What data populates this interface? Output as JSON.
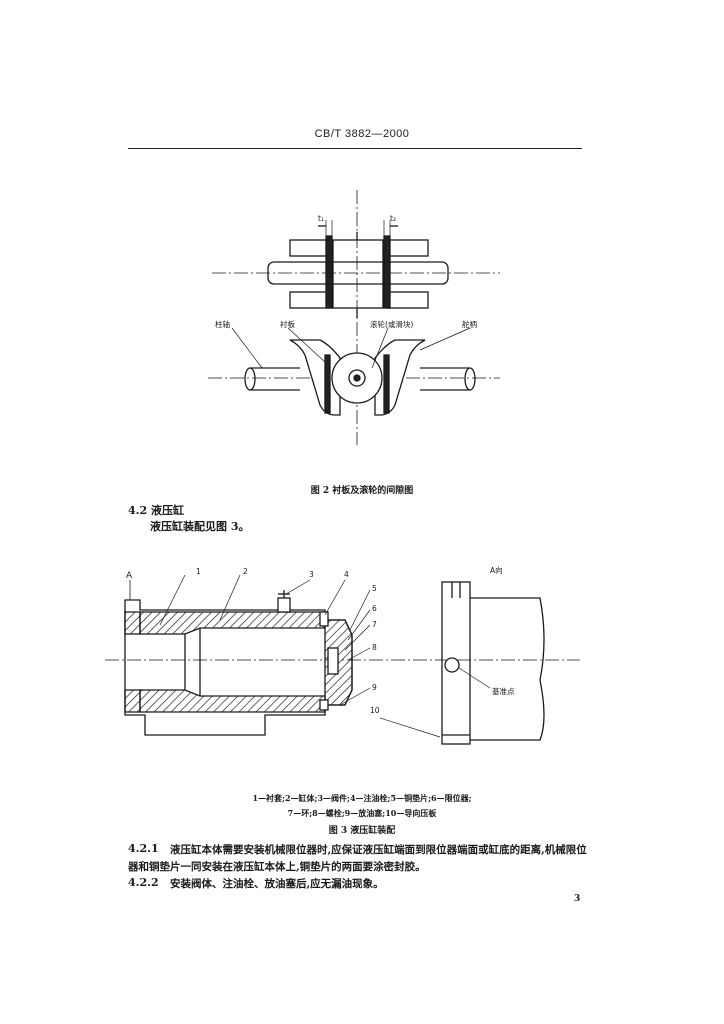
{
  "header": {
    "code": "CB/T 3882—2000"
  },
  "figure2": {
    "label_t1": "t₁",
    "label_t2": "t₂",
    "label_tiller": "柱轴",
    "label_liner": "衬板",
    "label_roller": "滚轮(或滑块)",
    "label_fork": "舵柄",
    "caption": "图 2  衬板及滚轮的间隙图"
  },
  "section_4_2": {
    "heading": "4.2  液压缸",
    "body": "液压缸装配见图 3。"
  },
  "figure3": {
    "callouts": [
      "1",
      "2",
      "3",
      "4",
      "5",
      "6",
      "7",
      "8",
      "9",
      "10"
    ],
    "label_a": "A",
    "label_view": "A向",
    "label_datum": "基准点",
    "legend_line1": "1—衬套;2—缸体;3—阀件;4—注油栓;5—铜垫片;6—限位器;",
    "legend_line2": "7—环;8—螺栓;9—放油塞;10—导向压板",
    "caption": "图 3  液压缸装配"
  },
  "clause_4_2_1": {
    "number": "4.2.1",
    "line1": "液压缸本体需要安装机械限位器时,应保证液压缸端面到限位器端面或缸底的距离,机械限位",
    "line2": "器和铜垫片一同安装在液压缸本体上,铜垫片的两面要涂密封胶。"
  },
  "clause_4_2_2": {
    "number": "4.2.2",
    "text": "安装阀体、注油栓、放油塞后,应无漏油现象。"
  },
  "page_number": "3"
}
